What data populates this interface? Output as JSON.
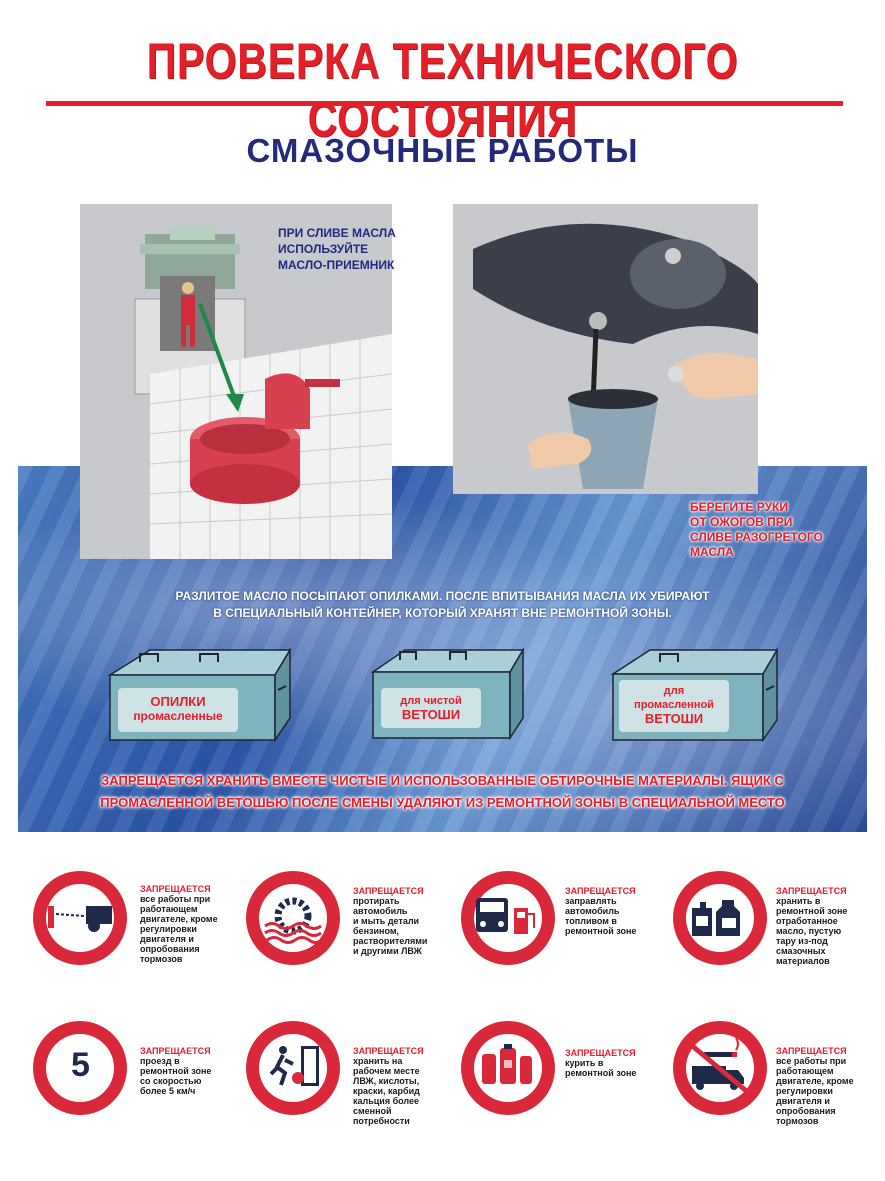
{
  "title": "ПРОВЕРКА ТЕХНИЧЕСКОГО СОСТОЯНИЯ",
  "subtitle": "СМАЗОЧНЫЕ РАБОТЫ",
  "panels": {
    "left_note": [
      "ПРИ СЛИВЕ МАСЛА",
      "ИСПОЛЬЗУЙТЕ",
      "МАСЛО-ПРИЕМНИК"
    ],
    "right_note": [
      "БЕРЕГИТЕ РУКИ",
      "ОТ ОЖОГОВ ПРИ",
      "СЛИВЕ РАЗОГРЕТОГО",
      "МАСЛА"
    ]
  },
  "band_text": [
    "РАЗЛИТОЕ МАСЛО ПОСЫПАЮТ  ОПИЛКАМИ. ПОСЛЕ ВПИТЫВАНИЯ МАСЛА ИХ УБИРАЮТ",
    "В СПЕЦИАЛЬНЫЙ КОНТЕЙНЕР, КОТОРЫЙ ХРАНЯТ ВНЕ РЕМОНТНОЙ ЗОНЫ."
  ],
  "boxes": [
    {
      "line1": "ОПИЛКИ",
      "line2": "промасленные"
    },
    {
      "line1": "для чистой",
      "line2": "ВЕТОШИ"
    },
    {
      "line1": "для",
      "line2": "промасленной",
      "line3": "ВЕТОШИ"
    }
  ],
  "warning_text": [
    "ЗАПРЕЩАЕТСЯ ХРАНИТЬ ВМЕСТЕ ЧИСТЫЕ И ИСПОЛЬЗОВАННЫЕ ОБТИРОЧНЫЕ МАТЕРИАЛЫ. ЯЩИК С",
    "ПРОМАСЛЕННОЙ ВЕТОШЬЮ ПОСЛЕ СМЕНЫ УДАЛЯЮТ ИЗ РЕМОНТНОЙ ЗОНЫ В СПЕЦИАЛЬНОЙ МЕСТО"
  ],
  "signs": [
    {
      "cap": "ЗАПРЕЩАЕТСЯ",
      "desc": [
        "все работы при",
        "работающем",
        "двигателе, кроме",
        "регулировки",
        "двигателя и",
        "опробования",
        "тормозов"
      ],
      "icon": "engine-running-icon"
    },
    {
      "cap": "ЗАПРЕЩАЕТСЯ",
      "desc": [
        "протирать",
        "автомобиль",
        "и мыть детали",
        "бензином,",
        "растворителями",
        "и другими ЛВЖ"
      ],
      "icon": "flammable-liquid-icon"
    },
    {
      "cap": "ЗАПРЕЩАЕТСЯ",
      "desc": [
        "заправлять",
        "автомобиль",
        "топливом в",
        "ремонтной зоне"
      ],
      "icon": "fuel-truck-icon"
    },
    {
      "cap": "ЗАПРЕЩАЕТСЯ",
      "desc": [
        "хранить в",
        "ремонтной зоне",
        "отработанное",
        "масло, пустую",
        "тару из-под",
        "смазочных",
        "материалов"
      ],
      "icon": "oil-canister-icon"
    },
    {
      "cap": "ЗАПРЕЩАЕТСЯ",
      "desc": [
        "проезд в",
        "ремонтной зоне",
        "со скоростью",
        "более 5 км/ч"
      ],
      "icon": "speed-limit-icon",
      "symbol": "5"
    },
    {
      "cap": "ЗАПРЕЩАЕТСЯ",
      "desc": [
        "хранить на",
        "рабочем месте",
        "ЛВЖ, кислоты,",
        "краски, карбид",
        "кальция более",
        "сменной",
        "потребности"
      ],
      "icon": "exit-hazard-icon"
    },
    {
      "cap": "ЗАПРЕЩАЕТСЯ",
      "desc": [
        "курить в",
        "ремонтной зоне"
      ],
      "icon": "gas-cylinders-icon"
    },
    {
      "cap": "ЗАПРЕЩАЕТСЯ",
      "desc": [
        "все работы при",
        "работающем",
        "двигателе, кроме",
        "регулировки",
        "двигателя и",
        "опробования",
        "тормозов"
      ],
      "icon": "no-smoking-truck-icon"
    }
  ],
  "colors": {
    "red": "#e2202a",
    "navy": "#232a7a",
    "band_blue": "#2c56a8",
    "box_teal": "#7fb3bd"
  }
}
